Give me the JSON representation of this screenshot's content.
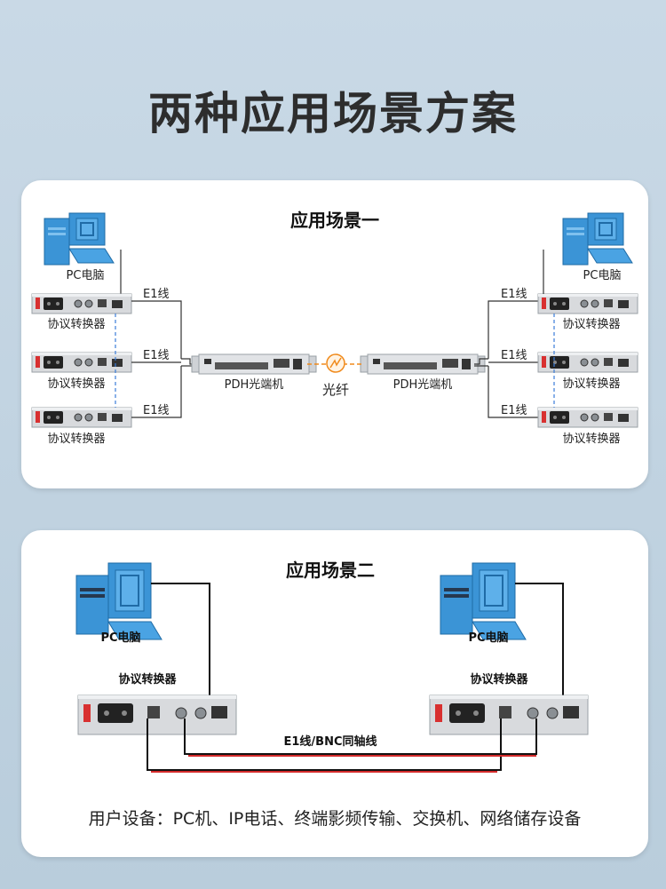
{
  "title": "两种应用场景方案",
  "scenario1": {
    "title": "应用场景一",
    "pc_label": "PC电脑",
    "converter_label": "协议转换器",
    "e1_label": "E1线",
    "optical_label": "PDH光端机",
    "fiber_label": "光纤"
  },
  "scenario2": {
    "title": "应用场景二",
    "pc_label": "PC电脑",
    "converter_label": "协议转换器",
    "cable_label": "E1线/BNC同轴线",
    "footer": "用户设备：PC机、IP电话、终端影频传输、交换机、网络储存设备"
  },
  "colors": {
    "accent_orange": "#f08a1c",
    "pc_blue": "#3b94d6",
    "cable_red": "#d42a2a"
  },
  "icons": [
    "pc-icon",
    "converter-device-icon",
    "optical-terminal-icon",
    "fiber-icon"
  ]
}
